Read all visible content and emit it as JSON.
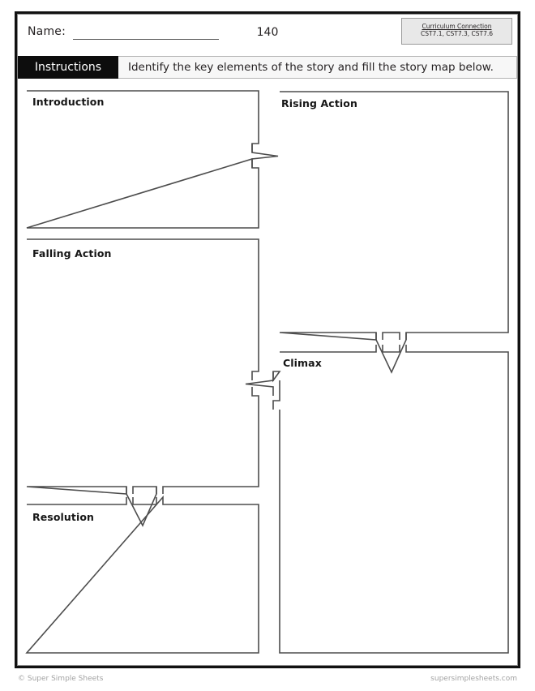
{
  "header": {
    "name_label": "Name:",
    "name_value": "",
    "page_number": "140",
    "curriculum": {
      "title": "Curriculum Connection",
      "codes": "CST7.1, CST7.3, CST7.6"
    }
  },
  "instructions": {
    "tab_label": "Instructions",
    "text": "Identify the key elements of the story and fill the story map below."
  },
  "story_map": {
    "boxes": [
      {
        "id": "introduction",
        "title": "Introduction",
        "value": ""
      },
      {
        "id": "rising_action",
        "title": "Rising Action",
        "value": ""
      },
      {
        "id": "falling_action",
        "title": "Falling Action",
        "value": ""
      },
      {
        "id": "climax",
        "title": "Climax",
        "value": ""
      },
      {
        "id": "resolution",
        "title": "Resolution",
        "value": ""
      }
    ],
    "arrows": [
      {
        "id": "introduction-to-rising",
        "direction": "right"
      },
      {
        "id": "rising-to-climax",
        "direction": "down"
      },
      {
        "id": "climax-to-falling",
        "direction": "left"
      },
      {
        "id": "falling-to-resolution",
        "direction": "down"
      }
    ]
  },
  "footer": {
    "copyright": "© Super Simple Sheets",
    "website": "supersimplesheets.com"
  },
  "colors": {
    "frame": "#111111",
    "instructions_tab_bg": "#0d0d0d",
    "instructions_tab_text": "#ffffff",
    "curriculum_bg": "#e8e8e8",
    "box_border": "#4d4d4d",
    "footer_text": "#a3a3a3"
  }
}
